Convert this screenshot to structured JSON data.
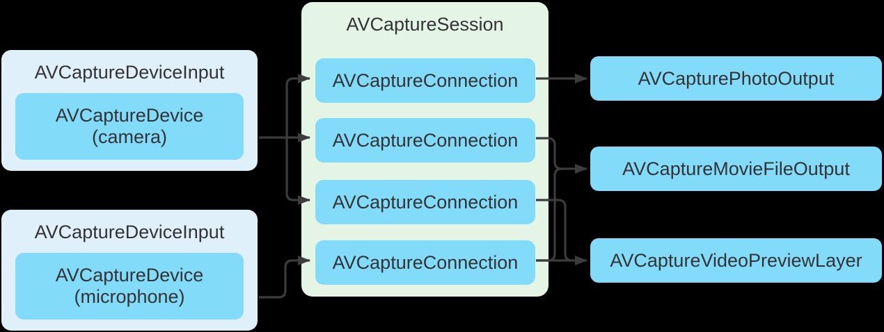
{
  "diagram": {
    "colors": {
      "background": "#000000",
      "input_container": "#E0F0FA",
      "node": "#83DBFA",
      "session": "#E4F5E5",
      "line": "#3C3C3C",
      "text": "#333336"
    },
    "inputs": [
      {
        "id": "device-input-camera",
        "title": "AVCaptureDeviceInput",
        "device": "AVCaptureDevice",
        "qualifier": "(camera)"
      },
      {
        "id": "device-input-microphone",
        "title": "AVCaptureDeviceInput",
        "device": "AVCaptureDevice",
        "qualifier": "(microphone)"
      }
    ],
    "session": {
      "title": "AVCaptureSession",
      "connections": [
        {
          "id": "connection-1",
          "label": "AVCaptureConnection"
        },
        {
          "id": "connection-2",
          "label": "AVCaptureConnection"
        },
        {
          "id": "connection-3",
          "label": "AVCaptureConnection"
        },
        {
          "id": "connection-4",
          "label": "AVCaptureConnection"
        }
      ]
    },
    "outputs": [
      {
        "id": "photo-output",
        "label": "AVCapturePhotoOutput"
      },
      {
        "id": "movie-file-output",
        "label": "AVCaptureMovieFileOutput"
      },
      {
        "id": "video-preview-layer",
        "label": "AVCaptureVideoPreviewLayer"
      }
    ],
    "edges": [
      {
        "from": "device-input-camera",
        "to": "connection-1"
      },
      {
        "from": "device-input-camera",
        "to": "connection-2"
      },
      {
        "from": "device-input-camera",
        "to": "connection-3"
      },
      {
        "from": "device-input-microphone",
        "to": "connection-4"
      },
      {
        "from": "connection-1",
        "to": "photo-output"
      },
      {
        "from": "connection-2",
        "to": "movie-file-output"
      },
      {
        "from": "connection-4",
        "to": "movie-file-output"
      },
      {
        "from": "connection-3",
        "to": "video-preview-layer"
      }
    ]
  }
}
